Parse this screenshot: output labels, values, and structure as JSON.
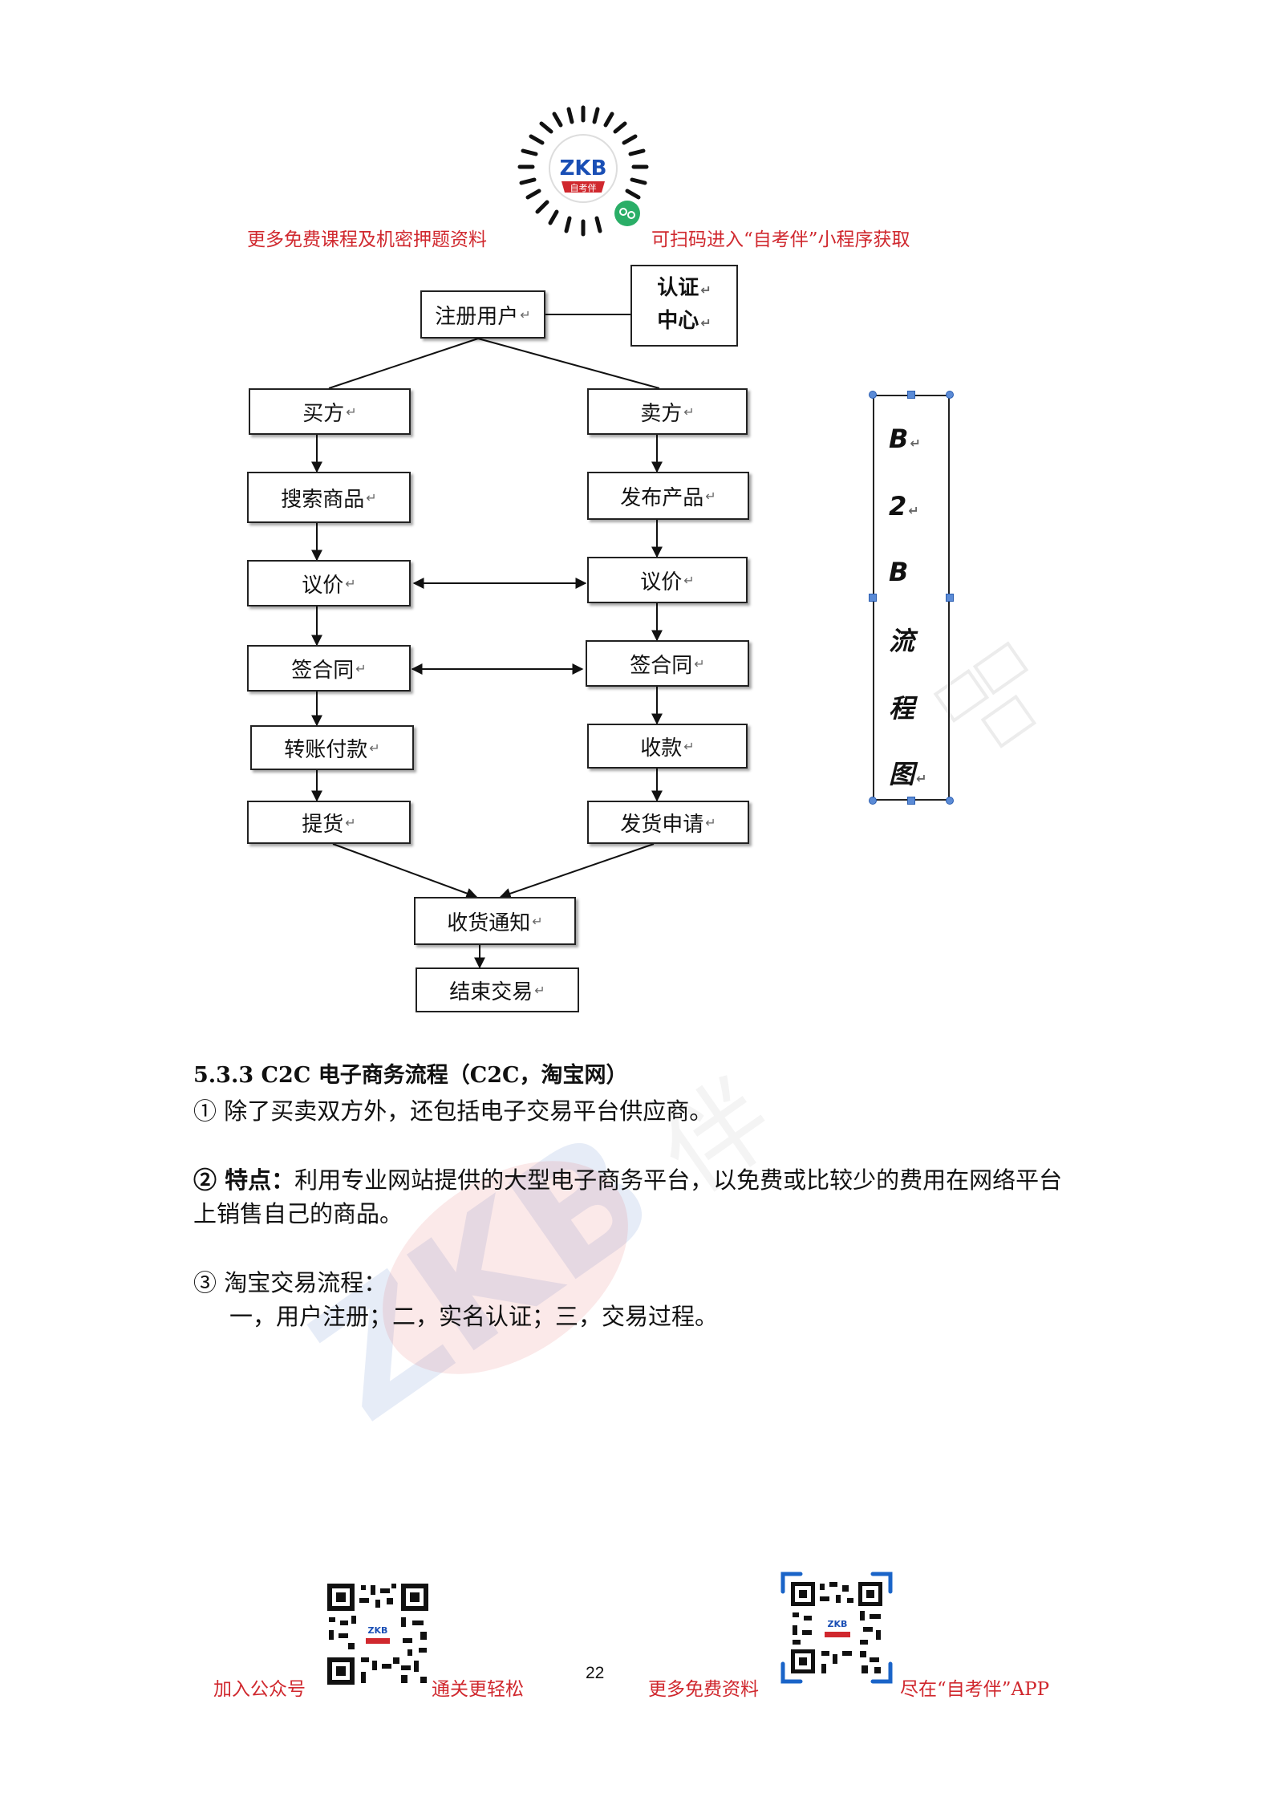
{
  "header": {
    "left_text": "更多免费课程及机密押题资料",
    "right_text": "可扫码进入“自考伴”小程序获取",
    "qr_logo": "ZKB",
    "qr_logo_sub": "自考伴"
  },
  "diagram": {
    "register": "注册用户",
    "auth_line1": "认证",
    "auth_line2": "中心",
    "buyer": [
      "买方",
      "搜索商品",
      "议价",
      "签合同",
      "转账付款",
      "提货"
    ],
    "seller": [
      "卖方",
      "发布产品",
      "议价",
      "签合同",
      "收款",
      "发货申请"
    ],
    "receive": "收货通知",
    "end": "结束交易",
    "return_mark": "↵",
    "side_label": [
      "B",
      "2",
      "B",
      "流",
      "程",
      "图"
    ]
  },
  "content": {
    "heading": "5.3.3 C2C 电子商务流程（C2C，淘宝网）",
    "p1": "① 除了买卖双方外，还包括电子交易平台供应商。",
    "p2_label": "② 特点：",
    "p2_line1": "利用专业网站提供的大型电子商务平台，以免费或比较少的费用在网络平台",
    "p2_line2": "上销售自己的商品。",
    "p3": "③ 淘宝交易流程：",
    "p3_line2": "一，用户注册；二，实名认证；三，交易过程。"
  },
  "footer": {
    "join": "加入公众号",
    "pass": "通关更轻松",
    "page_number": "22",
    "more": "更多免费资料",
    "app": "尽在“自考伴”APP",
    "qr_logo": "ZKB"
  },
  "colors": {
    "accent_red": "#d0282e",
    "handle_blue": "#5b8bd6"
  }
}
